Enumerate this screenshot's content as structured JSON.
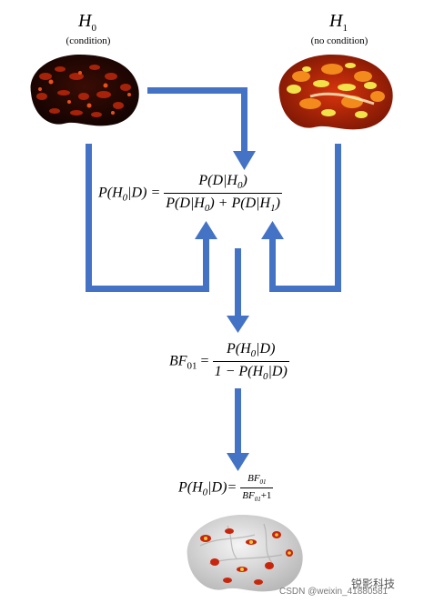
{
  "hypotheses": {
    "h0": {
      "symbol": "H",
      "index": "0",
      "caption": "(condition)"
    },
    "h1": {
      "symbol": "H",
      "index": "1",
      "caption": "(no condition)"
    }
  },
  "equations": {
    "posterior": {
      "lhs_1": "P(H",
      "lhs_sub": "0",
      "lhs_2": "|D) =",
      "num_1": "P(D|H",
      "num_sub": "0",
      "num_2": ")",
      "den_1": "P(D|H",
      "den_sub_a": "0",
      "den_2": ") + P(D|H",
      "den_sub_b": "1",
      "den_3": ")"
    },
    "bayes_factor": {
      "lhs": "BF",
      "lhs_sub": "01",
      "eq": "=",
      "num_1": "P(H",
      "num_sub": "0",
      "num_2": "|D)",
      "den_1": "1 − P(H",
      "den_sub": "0",
      "den_2": "|D)"
    },
    "posterior_from_bf": {
      "lhs_1": "P(H",
      "lhs_sub": "0",
      "lhs_2": "|D)=",
      "num": "BF",
      "num_sub": "01",
      "den": "BF",
      "den_sub": "01",
      "den_tail": "+1"
    }
  },
  "watermarks": {
    "csdn": "CSDN @weixin_41880581",
    "brand": "锐影科技"
  },
  "colors": {
    "arrow": "#4472c4",
    "brain_dark": "#1a0602",
    "brain_hot": "#e0380f",
    "brain_yellow": "#f2e24a",
    "brain_grey": "#d4d4d4"
  }
}
